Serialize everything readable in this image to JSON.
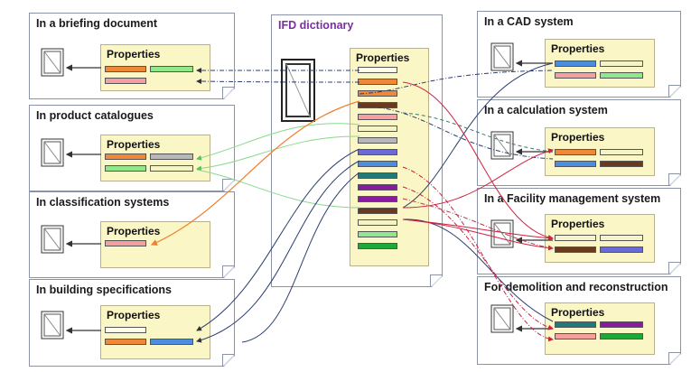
{
  "left_boxes": [
    {
      "title": "In a briefing document"
    },
    {
      "title": "In product catalogues"
    },
    {
      "title": "In classification systems"
    },
    {
      "title": "In building specifications"
    }
  ],
  "center": {
    "title": "IFD dictionary"
  },
  "right_boxes": [
    {
      "title": "In a CAD system"
    },
    {
      "title": "In a calculation system"
    },
    {
      "title": "In a Facility management system"
    },
    {
      "title": "For demolition and reconstruction"
    }
  ],
  "properties_label": "Properties",
  "colors": {
    "white": "#ffffe8",
    "orange": "#f0883a",
    "pink": "#f4a0a0",
    "brown": "#6b3a1e",
    "gray": "#b8b8b8",
    "purple_blue": "#6b6bd8",
    "blue": "#4a8ee0",
    "teal": "#1f7a78",
    "purple": "#8a1aa0",
    "light_green": "#8fe88a",
    "green": "#1fa83a",
    "light_yellow": "#f4f4c8"
  }
}
